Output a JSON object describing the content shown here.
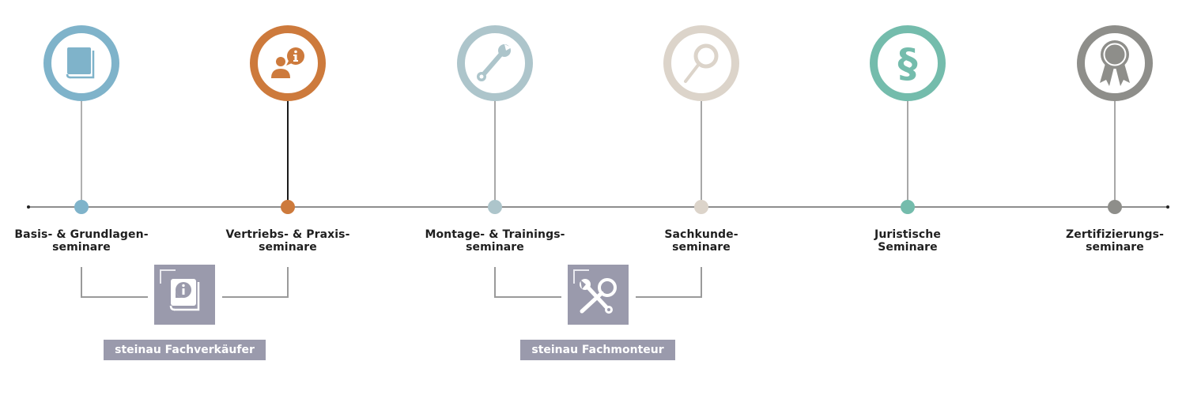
{
  "colors": {
    "basis": "#7fb3ca",
    "vertrieb": "#cd7a3c",
    "montage": "#adc5cb",
    "sachkunde": "#dcd4ca",
    "juristisch": "#74bcac",
    "zertifizierung": "#8e8e8a",
    "program_box": "#9a9aac",
    "timeline": "#8e8e8e"
  },
  "stages": [
    {
      "id": "basis",
      "icon": "book-icon",
      "label_line1": "Basis- & Grundlagen-",
      "label_line2": "seminare"
    },
    {
      "id": "vertrieb",
      "icon": "person-info-icon",
      "label_line1": "Vertriebs- & Praxis-",
      "label_line2": "seminare"
    },
    {
      "id": "montage",
      "icon": "wrench-icon",
      "label_line1": "Montage- & Trainings-",
      "label_line2": "seminare"
    },
    {
      "id": "sachkunde",
      "icon": "magnifier-icon",
      "label_line1": "Sachkunde-",
      "label_line2": "seminare"
    },
    {
      "id": "juristisch",
      "icon": "paragraph-icon",
      "icon_glyph": "§",
      "label_line1": "Juristische",
      "label_line2": "Seminare"
    },
    {
      "id": "zertifizierung",
      "icon": "award-ribbon-icon",
      "label_line1": "Zertifizierungs-",
      "label_line2": "seminare"
    }
  ],
  "programs": [
    {
      "icon": "info-book-icon",
      "label": "steinau Fachverkäufer",
      "spans": [
        "basis",
        "vertrieb"
      ]
    },
    {
      "icon": "tools-search-icon",
      "label": "steinau Fachmonteur",
      "spans": [
        "montage",
        "sachkunde"
      ]
    }
  ]
}
